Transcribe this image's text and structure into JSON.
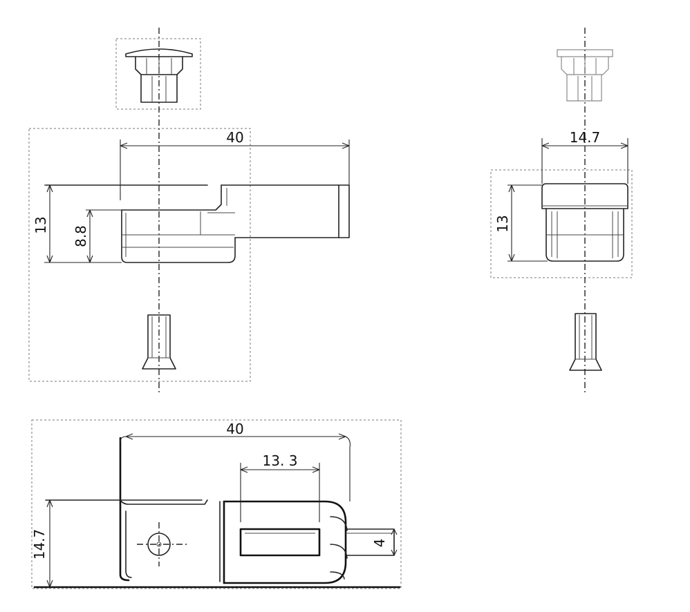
{
  "dimensions": {
    "front_length": "40",
    "front_height": "13",
    "front_body_height": "8.8",
    "side_width": "14.7",
    "side_height": "13",
    "top_length": "40",
    "top_slot_length": "13. 3",
    "top_width": "14.7",
    "top_slot_width": "4"
  },
  "colors": {
    "line": "#222222",
    "frame": "#777777",
    "background": "#ffffff"
  }
}
